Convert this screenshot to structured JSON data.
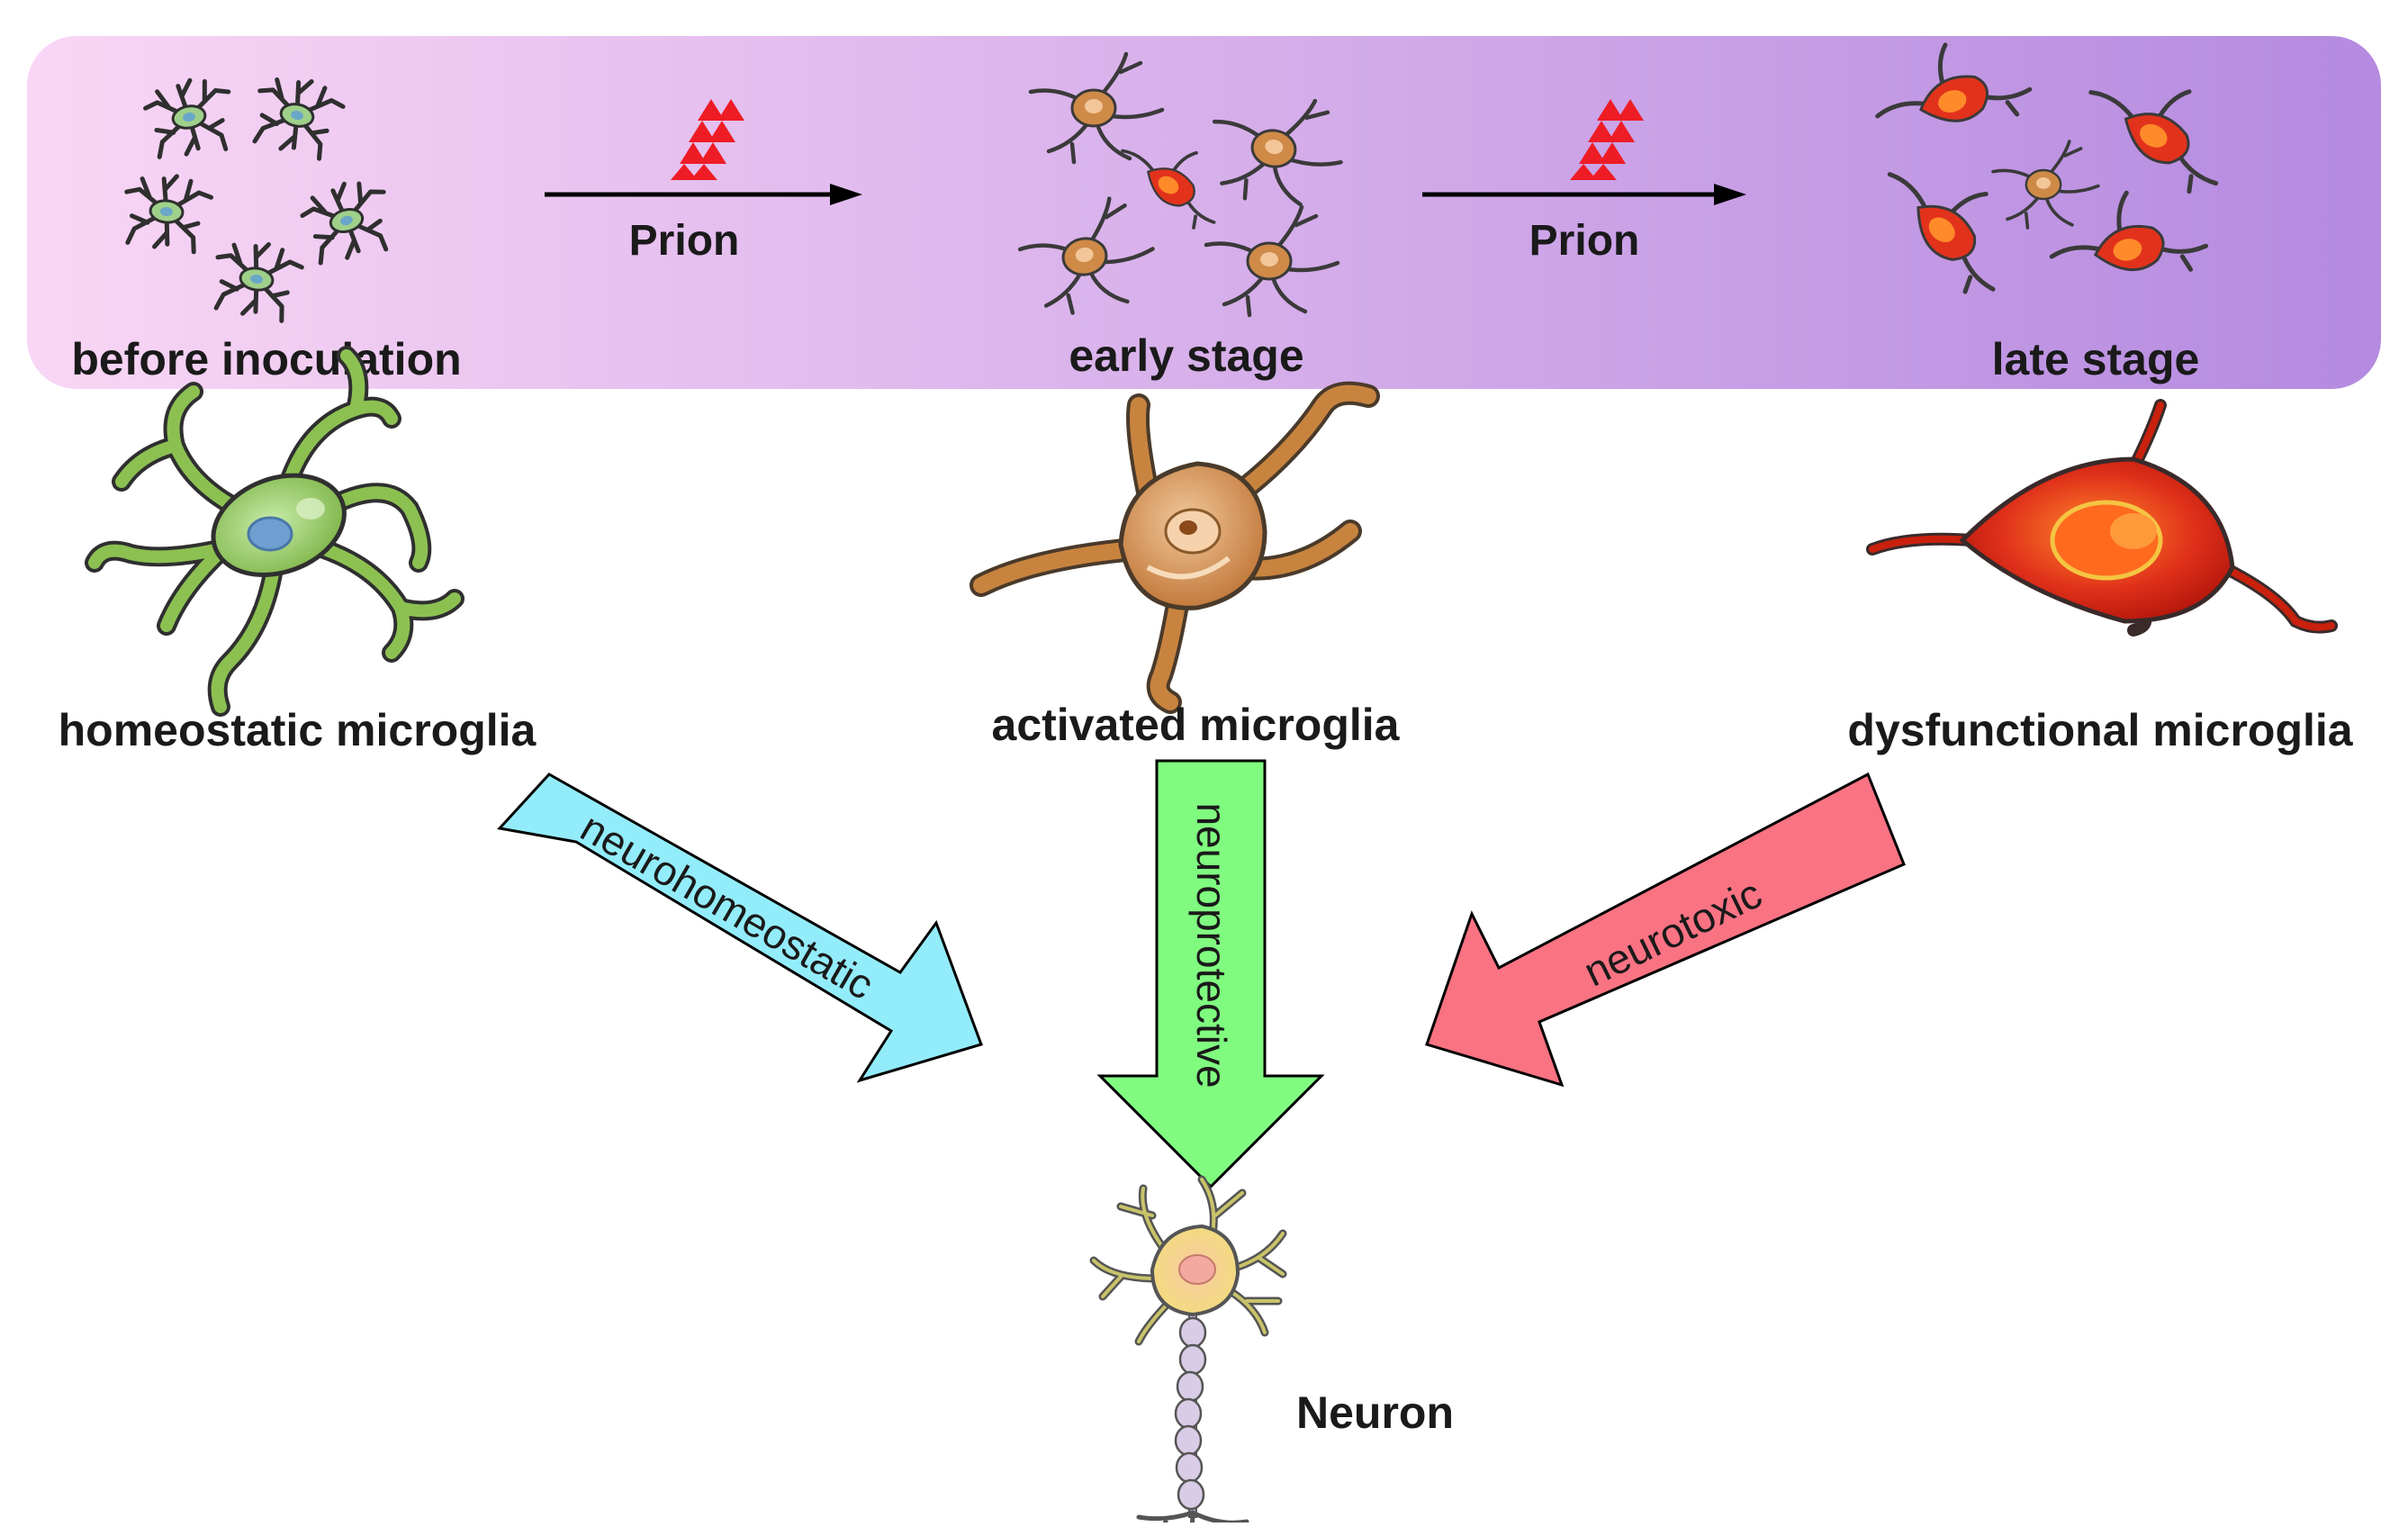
{
  "stages": {
    "before": "before inoculation",
    "early": "early stage",
    "late": "late stage"
  },
  "transitions": {
    "first": "Prion",
    "second": "Prion"
  },
  "microglia": {
    "homeostatic": "homeostatic microglia",
    "activated": "activated microglia",
    "dysfunctional": "dysfunctional microglia"
  },
  "effects": {
    "homeostatic": "neurohomeostatic",
    "activated": "neuroprotective",
    "dysfunctional": "neurotoxic"
  },
  "target": "Neuron",
  "colors": {
    "banner_start": "#f9d6f5",
    "banner_end": "#b58ae0",
    "prion_red": "#ee1c25",
    "homeostatic_green": "#8cc152",
    "activated_brown": "#c8843f",
    "dysfunctional_red": "#d42a12",
    "arrow_cyan": "#93ecfa",
    "arrow_green": "#80fb80",
    "arrow_pink": "#f97383"
  }
}
